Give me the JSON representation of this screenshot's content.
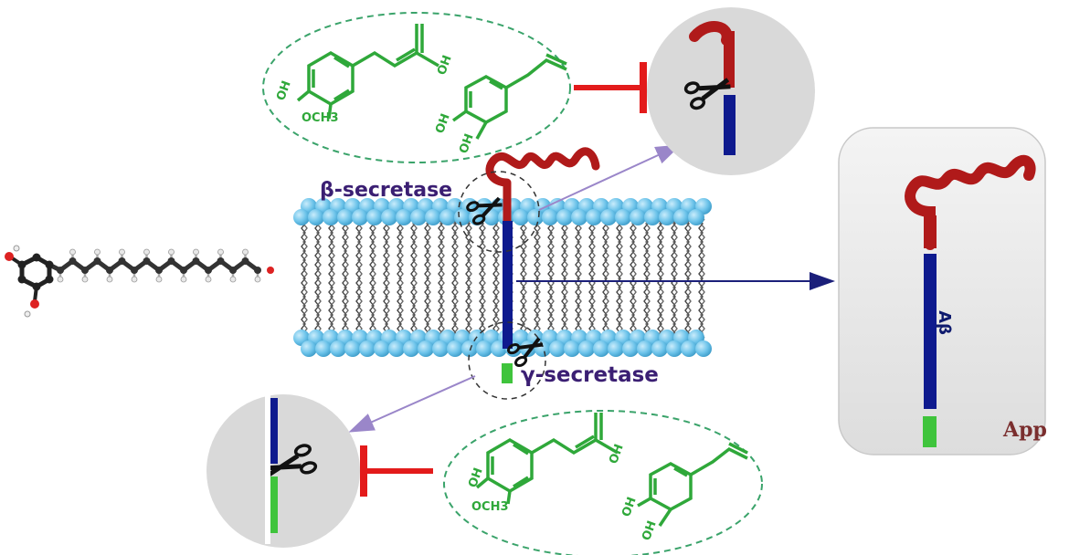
{
  "labels": {
    "beta_secretase": "β-secretase",
    "gamma_secretase": "γ-secretase",
    "abeta": "Aβ",
    "app": "App"
  },
  "chem_labels": {
    "top": {
      "oh_1": "OH",
      "och3": "OCH3",
      "oh_2": "OH",
      "oh_3": "OH",
      "oh_4": "OH"
    },
    "bottom": {
      "oh_1": "OH",
      "och3": "OCH3",
      "oh_2": "OH",
      "oh_3": "OH",
      "oh_4": "OH"
    }
  },
  "colors": {
    "helix": "#b01a1a",
    "abeta_segment": "#0e1a8e",
    "c_terminal": "#3fc43c",
    "lipid_head": "#6cc3ea",
    "lipid_tail": "#444444",
    "molecule_green": "#2fa83a",
    "inhibit_red": "#e31b1b",
    "arrow_purple": "#9a86c9",
    "arrow_navy": "#1b1f7a"
  },
  "icons": [
    "scissors-icon",
    "inhibition-bar-icon",
    "arrow-icon"
  ]
}
